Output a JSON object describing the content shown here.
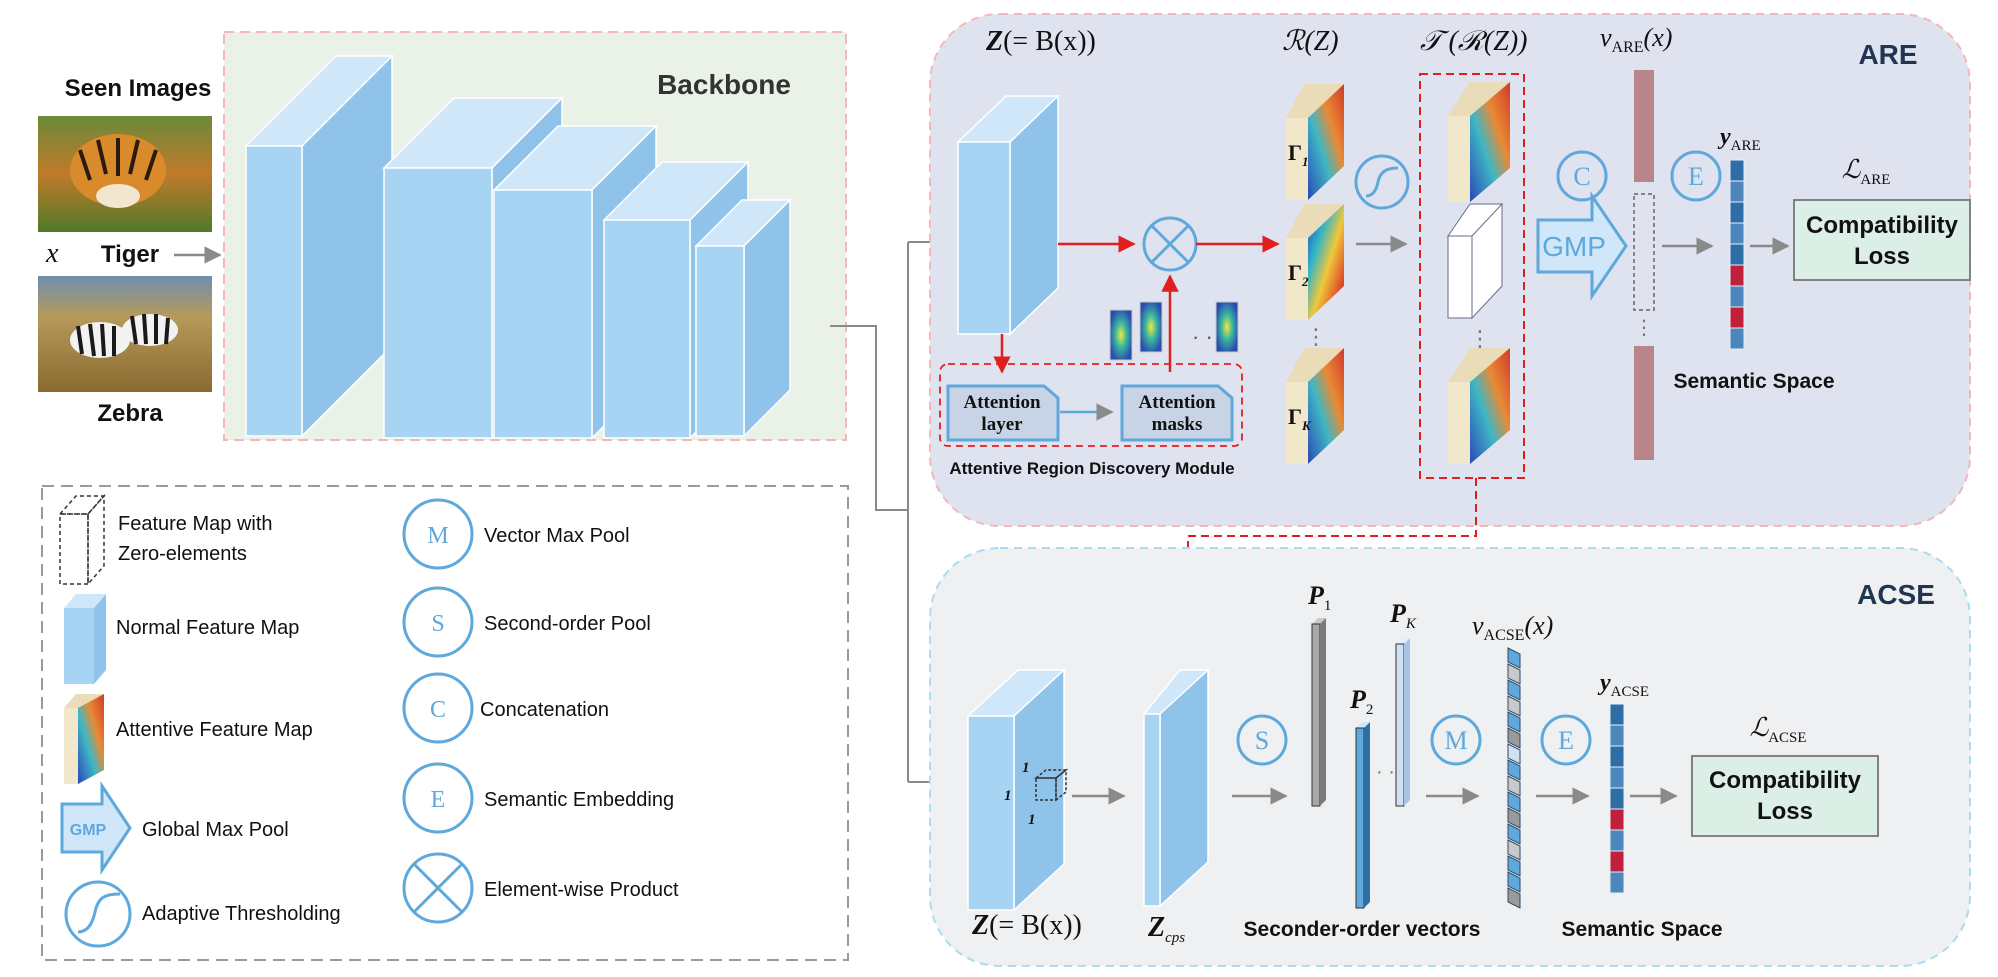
{
  "input": {
    "seen_images_label": "Seen Images",
    "x_symbol": "x",
    "tiger_label": "Tiger",
    "zebra_label": "Zebra"
  },
  "backbone": {
    "title": "Backbone"
  },
  "are": {
    "title": "ARE",
    "z_label_main": "Z",
    "z_label_rest": "(= B(x))",
    "r_label": "ℛ(Z)",
    "t_label": "𝒯 (ℛ(Z))",
    "v_label": "v",
    "v_sub": "ARE",
    "v_arg": "(x)",
    "y_label": "y",
    "y_sub": "ARE",
    "loss_symbol": "ℒ",
    "loss_sub": "ARE",
    "loss_line1": "Compatibility",
    "loss_line2": "Loss",
    "semantic_space": "Semantic Space",
    "gamma_labels": [
      "Γ",
      "Γ",
      "Γ"
    ],
    "gamma_subs": [
      "1",
      "2",
      "K"
    ],
    "gmp_label": "GMP",
    "concat_symbol": "C",
    "embed_symbol": "E",
    "module": {
      "attention_layer_line1": "Attention",
      "attention_layer_line2": "layer",
      "attention_masks_line1": "Attention",
      "attention_masks_line2": "masks",
      "caption": "Attentive Region Discovery Module"
    }
  },
  "acse": {
    "title": "ACSE",
    "z_label_main": "Z",
    "z_label_rest": "(= B(x))",
    "zcps_main": "Z",
    "zcps_sub": "cps",
    "cube_one_labels": [
      "1",
      "1",
      "1"
    ],
    "p_labels": [
      "P",
      "P",
      "P"
    ],
    "p_subs": [
      "1",
      "2",
      "K"
    ],
    "v_label": "v",
    "v_sub": "ACSE",
    "v_arg": "(x)",
    "y_label": "y",
    "y_sub": "ACSE",
    "loss_symbol": "ℒ",
    "loss_sub": "ACSE",
    "loss_line1": "Compatibility",
    "loss_line2": "Loss",
    "second_order_caption": "Seconder-order vectors",
    "semantic_space": "Semantic Space",
    "s_symbol": "S",
    "m_symbol": "M",
    "e_symbol": "E"
  },
  "legend": {
    "items_left": [
      {
        "icon": "dashed-cuboid-icon",
        "line1": "Feature Map with",
        "line2": "Zero-elements"
      },
      {
        "icon": "blue-cuboid-icon",
        "line1": "Normal Feature Map"
      },
      {
        "icon": "heatmap-cuboid-icon",
        "line1": "Attentive Feature Map"
      },
      {
        "icon": "gmp-arrow-icon",
        "line1": "Global Max Pool",
        "badge": "GMP"
      },
      {
        "icon": "threshold-curve-icon",
        "line1": "Adaptive Thresholding"
      }
    ],
    "items_right": [
      {
        "icon": "m-circle-icon",
        "symbol": "M",
        "line1": "Vector Max Pool"
      },
      {
        "icon": "s-circle-icon",
        "symbol": "S",
        "line1": "Second-order Pool"
      },
      {
        "icon": "c-circle-icon",
        "symbol": "C",
        "line1": "Concatenation"
      },
      {
        "icon": "e-circle-icon",
        "symbol": "E",
        "line1": "Semantic Embedding"
      },
      {
        "icon": "cross-circle-icon",
        "line1": "Element-wise Product"
      }
    ]
  },
  "colors": {
    "blue_face": "#a8d4f3",
    "blue_top": "#cfe7f9",
    "blue_side": "#8fc3ea",
    "circle_blue": "#5fa8dc",
    "red_arrow": "#e02020",
    "gray_arrow": "#8a8a8a",
    "are_bg": "#dfe2ef",
    "acse_bg": "#eef0f2",
    "backbone_bg": "#eaf1e6",
    "loss_bg": "#dcefe6",
    "vec_blue": "#2e6ea6",
    "vec_red": "#c0203a",
    "vec_mauve": "#b8858a"
  }
}
